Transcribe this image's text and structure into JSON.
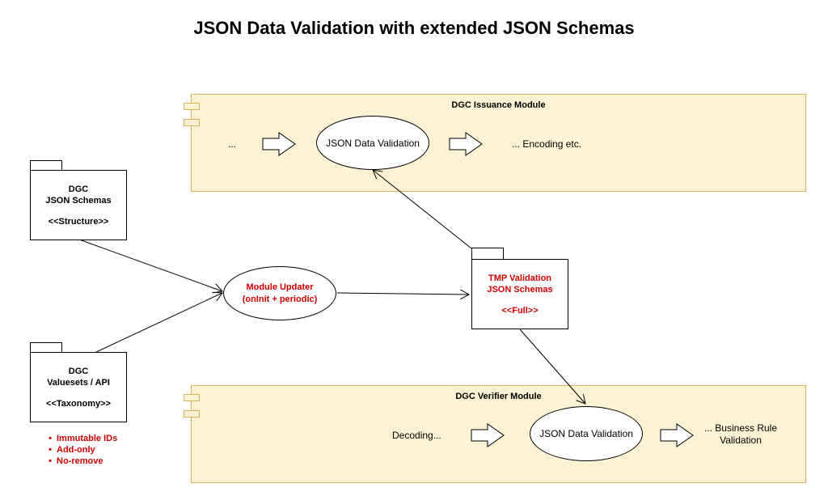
{
  "title": "JSON Data Validation with extended JSON Schemas",
  "issuance_module": {
    "label": "DGC Issuance Module",
    "start_text": "...",
    "validation": "JSON Data Validation",
    "end_text": "... Encoding etc."
  },
  "verifier_module": {
    "label": "DGC Verifier Module",
    "start_text": "Decoding...",
    "validation": "JSON Data Validation",
    "end_line1": "... Business Rule",
    "end_line2": "Validation"
  },
  "schemas_pkg": {
    "line1": "DGC",
    "line2": "JSON Schemas",
    "stereotype": "<<Structure>>"
  },
  "valuesets_pkg": {
    "line1": "DGC",
    "line2": "Valuesets / API",
    "stereotype": "<<Taxonomy>>"
  },
  "tmp_pkg": {
    "line1": "TMP Validation",
    "line2": "JSON Schemas",
    "stereotype": "<<Full>>"
  },
  "module_updater": {
    "line1": "Module Updater",
    "line2": "(onInit + periodic)"
  },
  "bullets": [
    "Immutable IDs",
    "Add-only",
    "No-remove"
  ],
  "colors": {
    "module_fill": "#fdf2d4",
    "module_border": "#d9b45e",
    "accent_red": "#cc0000"
  }
}
